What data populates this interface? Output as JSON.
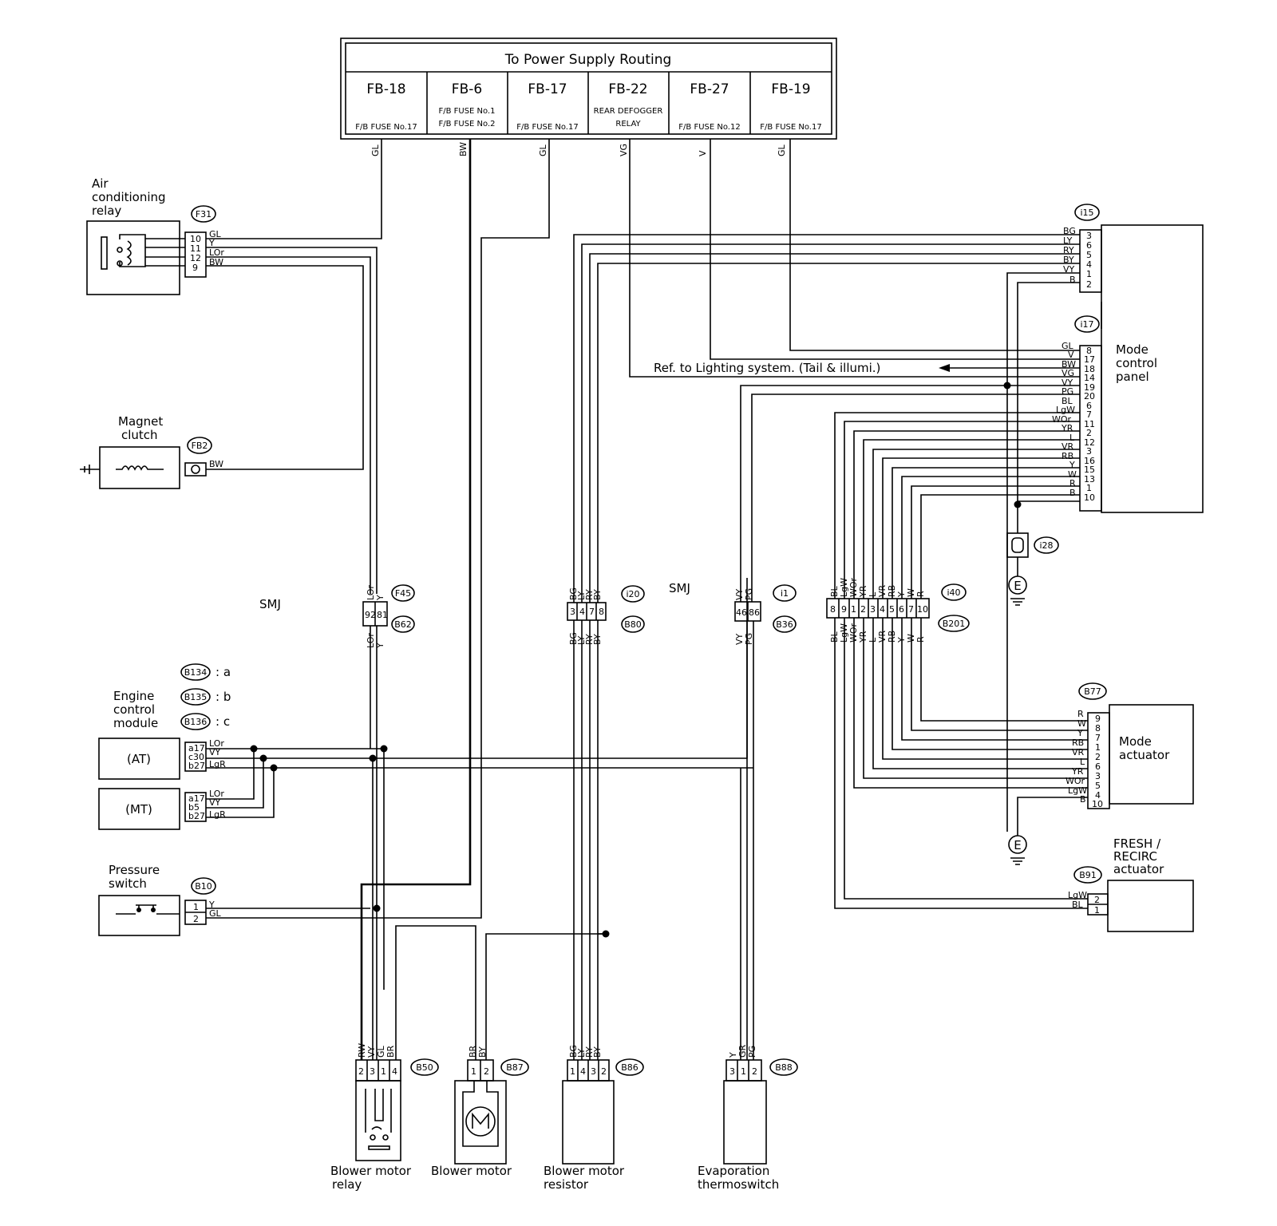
{
  "header": {
    "title": "To Power Supply Routing",
    "fuses": [
      {
        "code": "FB-18",
        "note1": "",
        "note2": "F/B FUSE No.17",
        "wire": "GL"
      },
      {
        "code": "FB-6",
        "note1": "F/B FUSE No.1",
        "note2": "F/B FUSE No.2",
        "wire": "BW"
      },
      {
        "code": "FB-17",
        "note1": "",
        "note2": "F/B FUSE No.17",
        "wire": "GL"
      },
      {
        "code": "FB-22",
        "note1": "REAR DEFOGGER",
        "note2": "RELAY",
        "wire": "VG"
      },
      {
        "code": "FB-27",
        "note1": "",
        "note2": "F/B FUSE No.12",
        "wire": "V"
      },
      {
        "code": "FB-19",
        "note1": "",
        "note2": "F/B FUSE No.17",
        "wire": "GL"
      }
    ]
  },
  "components": {
    "ac_relay": {
      "line1": "Air",
      "line2": "conditioning",
      "line3": "relay",
      "connector": "F31",
      "pins": [
        "10",
        "11",
        "12",
        "9"
      ],
      "wires": [
        "GL",
        "Y",
        "LOr",
        "BW"
      ]
    },
    "magnet_clutch": {
      "line1": "Magnet",
      "line2": "clutch",
      "connector": "FB2",
      "wire": "BW"
    },
    "ecm": {
      "line1": "Engine",
      "line2": "control",
      "line3": "module",
      "legend": [
        {
          "conn": "B134",
          "suffix": ": a"
        },
        {
          "conn": "B135",
          "suffix": ": b"
        },
        {
          "conn": "B136",
          "suffix": ": c"
        }
      ],
      "at_label": "(AT)",
      "mt_label": "(MT)",
      "at_pins": [
        "a17",
        "c30",
        "b27"
      ],
      "mt_pins": [
        "a17",
        "b5",
        "b27"
      ],
      "wires": [
        "LOr",
        "VY",
        "LgR"
      ]
    },
    "pressure_switch": {
      "line1": "Pressure",
      "line2": "switch",
      "connector": "B10",
      "pins": [
        "1",
        "2"
      ],
      "wires": [
        "Y",
        "GL"
      ]
    },
    "mode_panel": {
      "line1": "Mode",
      "line2": "control",
      "line3": "panel",
      "conn_a": "i15",
      "conn_b": "i17",
      "i15_pins": [
        "3",
        "6",
        "5",
        "4",
        "1",
        "2"
      ],
      "i15_wires": [
        "BG",
        "LY",
        "RY",
        "BY",
        "VY",
        "B"
      ],
      "i17_pins": [
        "8",
        "17",
        "18",
        "14",
        "19",
        "20",
        "6",
        "7",
        "11",
        "2",
        "12",
        "3",
        "16",
        "15",
        "13",
        "1",
        "10"
      ],
      "i17_wires": [
        "GL",
        "V",
        "BW",
        "VG",
        "VY",
        "PG",
        "BL",
        "LgW",
        "WOr",
        "YR",
        "L",
        "VR",
        "RB",
        "Y",
        "W",
        "R",
        "B"
      ],
      "ref_text": "Ref. to Lighting system. (Tail & illumi.)"
    },
    "mode_actuator": {
      "line1": "Mode",
      "line2": "actuator",
      "connector": "B77",
      "pins": [
        "9",
        "8",
        "7",
        "1",
        "2",
        "6",
        "3",
        "5",
        "4",
        "10"
      ],
      "wires": [
        "R",
        "W",
        "Y",
        "RB",
        "VR",
        "L",
        "YR",
        "WOr",
        "LgW",
        "B"
      ]
    },
    "fresh_actuator": {
      "line1": "FRESH /",
      "line2": "RECIRC",
      "line3": "actuator",
      "connector": "B91",
      "pins": [
        "2",
        "1"
      ],
      "wires": [
        "LgW",
        "BL"
      ]
    },
    "blower_relay": {
      "line1": "Blower motor",
      "line2": "relay",
      "connector": "B50",
      "pins": [
        "2",
        "3",
        "1",
        "4"
      ],
      "wires": [
        "RW",
        "VY",
        "GL",
        "BR"
      ]
    },
    "blower_motor": {
      "line1": "Blower motor",
      "connector": "B87",
      "pins": [
        "1",
        "2"
      ],
      "wires": [
        "BR",
        "BY"
      ]
    },
    "blower_resistor": {
      "line1": "Blower motor",
      "line2": "resistor",
      "connector": "B86",
      "pins": [
        "1",
        "4",
        "3",
        "2"
      ],
      "wires": [
        "BG",
        "LY",
        "RY",
        "BY"
      ]
    },
    "evap_thermo": {
      "line1": "Evaporation",
      "line2": "thermoswitch",
      "connector": "B88",
      "pins": [
        "3",
        "1",
        "2"
      ],
      "wires": [
        "Y",
        "GR",
        "PG"
      ]
    }
  },
  "joints": {
    "smj": "SMJ",
    "f45": {
      "top": "F45",
      "bottom": "B62",
      "pins": [
        "92",
        "81"
      ],
      "wires": [
        "LOr",
        "Y"
      ]
    },
    "i20": {
      "top": "i20",
      "bottom": "B80",
      "pins": [
        "3",
        "4",
        "7",
        "8"
      ],
      "wires": [
        "BG",
        "LY",
        "RY",
        "BY"
      ]
    },
    "i1": {
      "top": "i1",
      "bottom": "B36",
      "pins": [
        "46",
        "86"
      ],
      "wires": [
        "VY",
        "PG"
      ]
    },
    "i40": {
      "top": "i40",
      "bottom": "B201",
      "pins": [
        "8",
        "9",
        "1",
        "2",
        "3",
        "4",
        "5",
        "6",
        "7",
        "10"
      ],
      "wires": [
        "BL",
        "LgW",
        "WOr",
        "YR",
        "L",
        "VR",
        "RB",
        "Y",
        "W",
        "R"
      ]
    },
    "ground_conn": "i28",
    "ground": "E"
  }
}
